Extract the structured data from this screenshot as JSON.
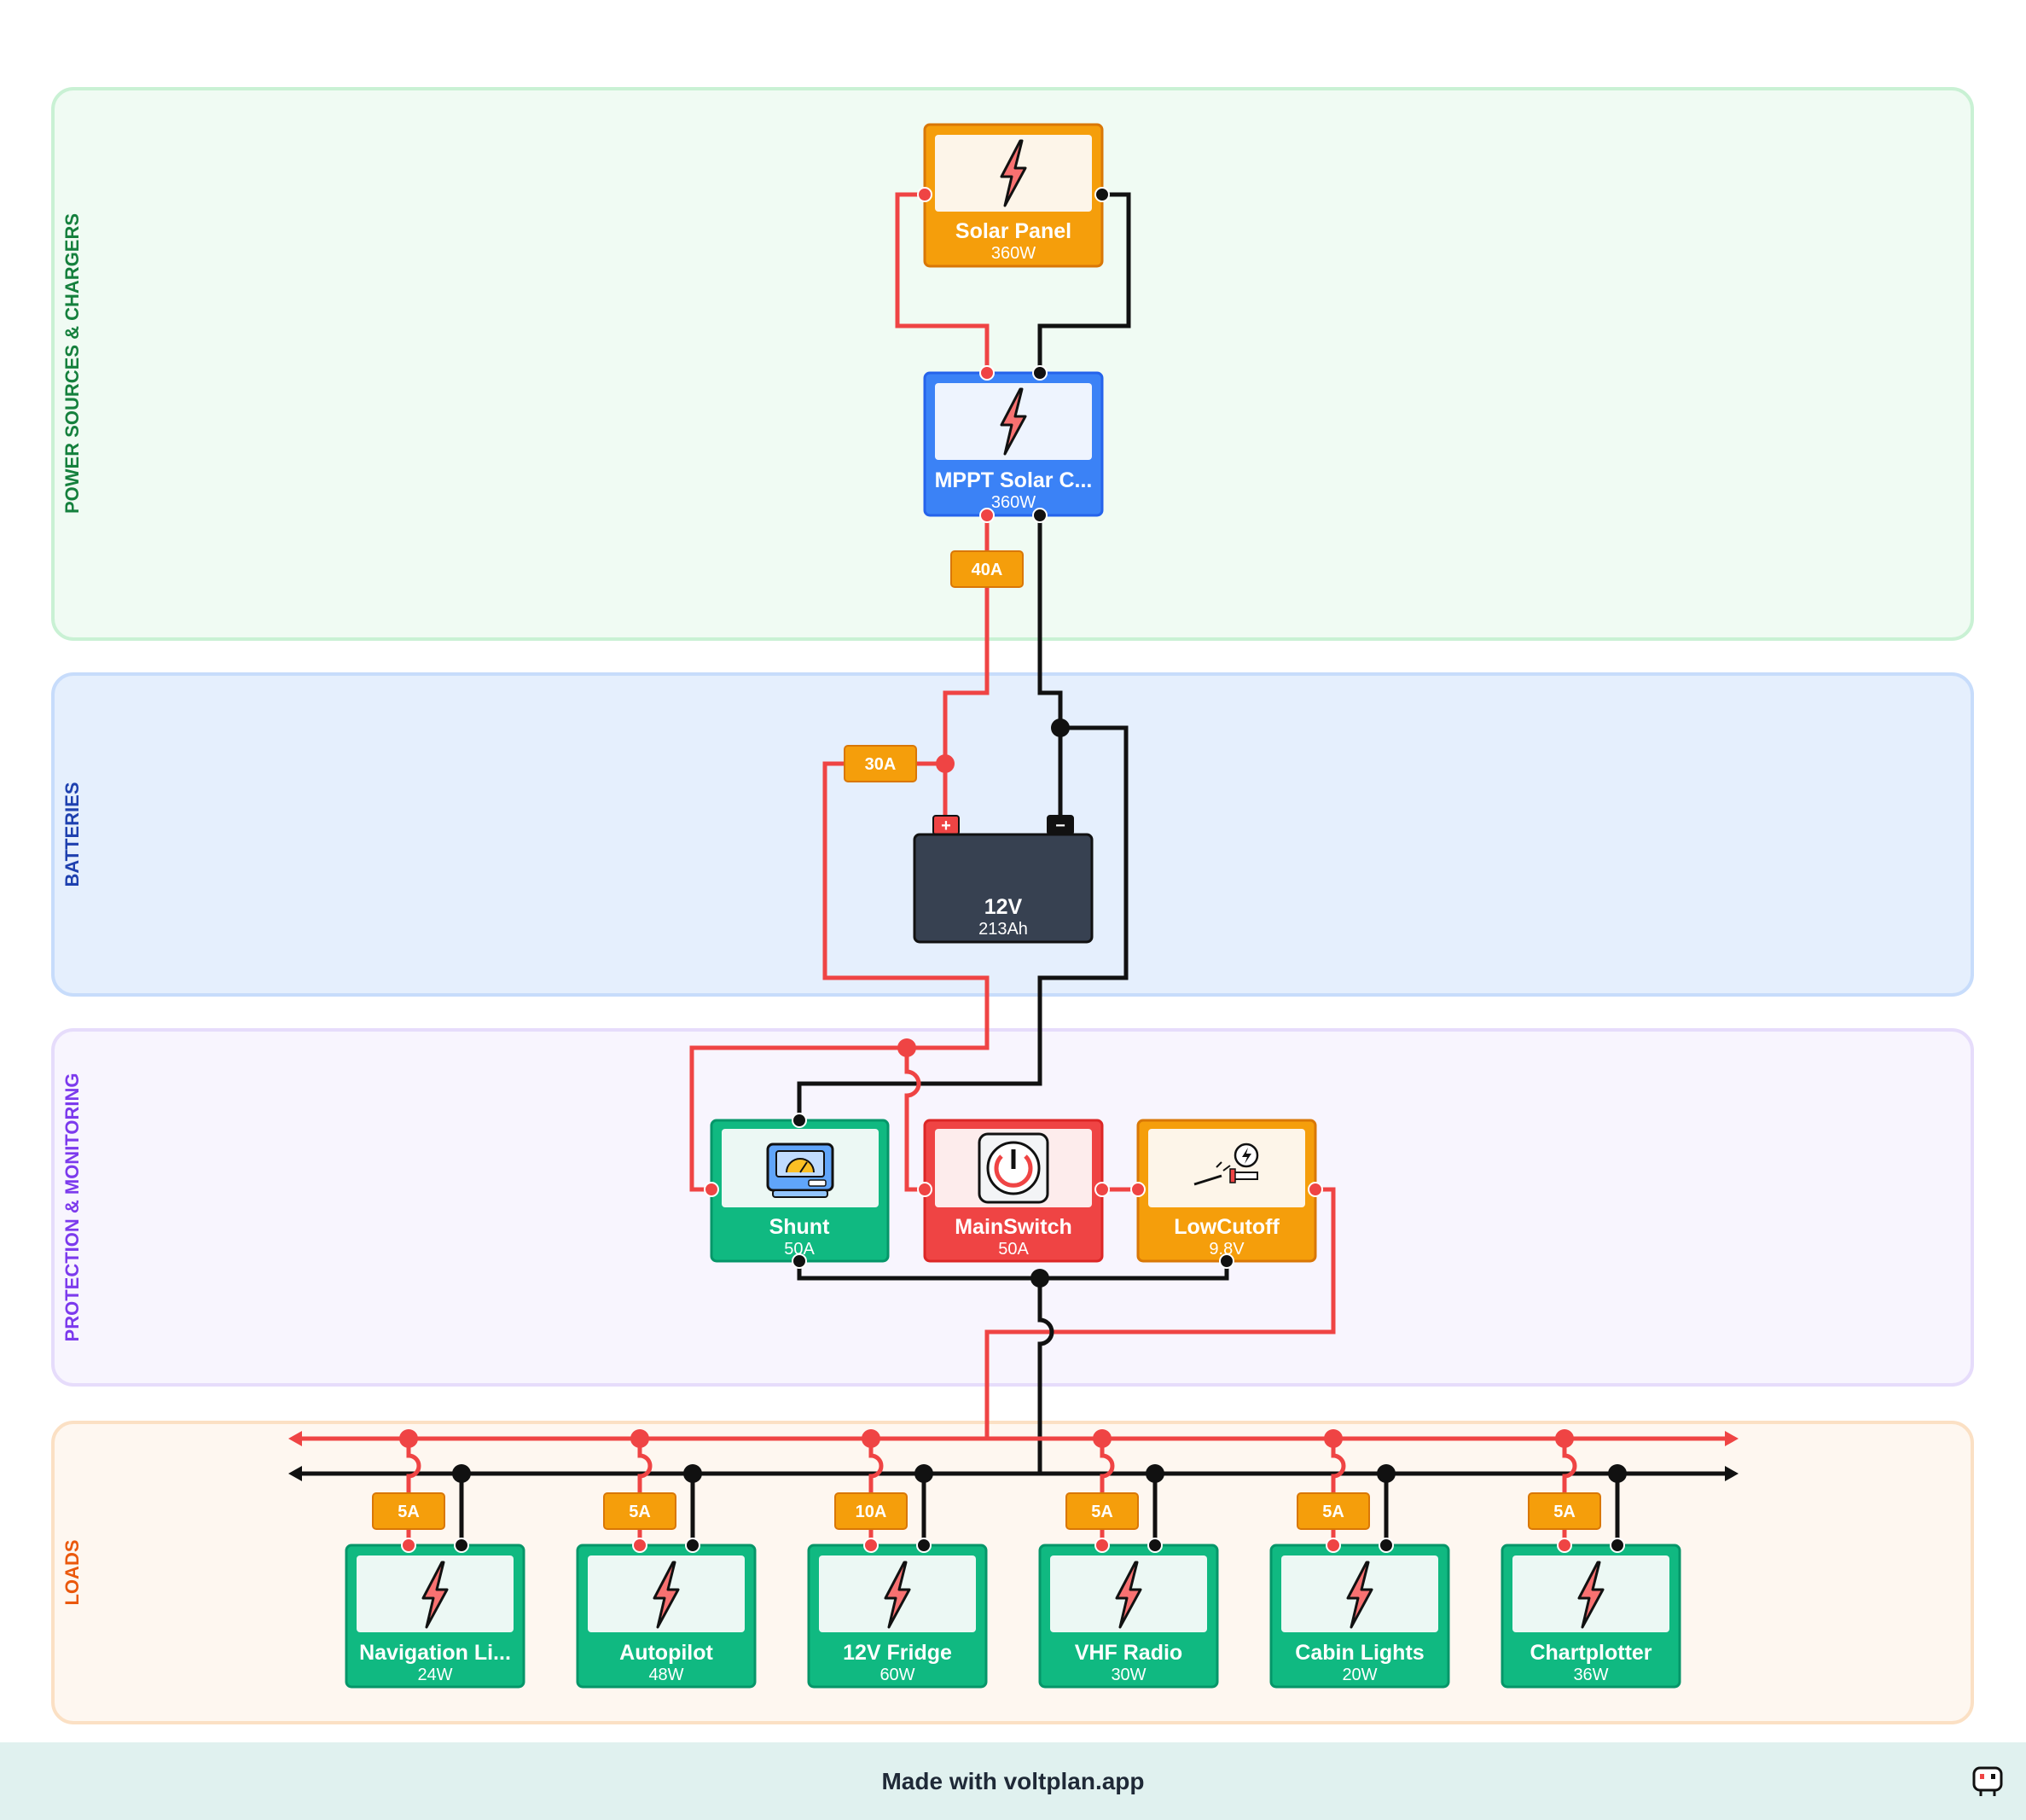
{
  "sections": {
    "power": "POWER SOURCES & CHARGERS",
    "batteries": "BATTERIES",
    "protection": "PROTECTION & MONITORING",
    "loads": "LOADS"
  },
  "colors": {
    "positive": "#ef4444",
    "negative": "#111111",
    "fuse": "#f59e0b",
    "load": "#10b981",
    "charger": "#3b82f6",
    "switch": "#ef4444",
    "battery": "#374151"
  },
  "devices": {
    "solar_panel": {
      "name": "Solar Panel",
      "rating": "360W",
      "icon": "lightning-icon"
    },
    "mppt": {
      "name": "MPPT Solar C...",
      "rating": "360W",
      "icon": "lightning-icon"
    },
    "battery": {
      "voltage": "12V",
      "capacity": "213Ah",
      "plus": "+",
      "minus": "−"
    },
    "shunt": {
      "name": "Shunt",
      "rating": "50A",
      "icon": "gauge-icon"
    },
    "main_switch": {
      "name": "MainSwitch",
      "rating": "50A",
      "icon": "power-switch-icon"
    },
    "low_cutoff": {
      "name": "LowCutoff",
      "rating": "9.8V",
      "icon": "cutoff-icon"
    }
  },
  "fuses": {
    "mppt_fuse": "40A",
    "battery_fuse": "30A"
  },
  "loads": [
    {
      "name": "Navigation Li...",
      "rating": "24W",
      "fuse": "5A"
    },
    {
      "name": "Autopilot",
      "rating": "48W",
      "fuse": "5A"
    },
    {
      "name": "12V Fridge",
      "rating": "60W",
      "fuse": "10A"
    },
    {
      "name": "VHF Radio",
      "rating": "30W",
      "fuse": "5A"
    },
    {
      "name": "Cabin Lights",
      "rating": "20W",
      "fuse": "5A"
    },
    {
      "name": "Chartplotter",
      "rating": "36W",
      "fuse": "5A"
    }
  ],
  "footer": {
    "text": "Made with voltplan.app",
    "icon": "voltplan-logo-icon"
  }
}
